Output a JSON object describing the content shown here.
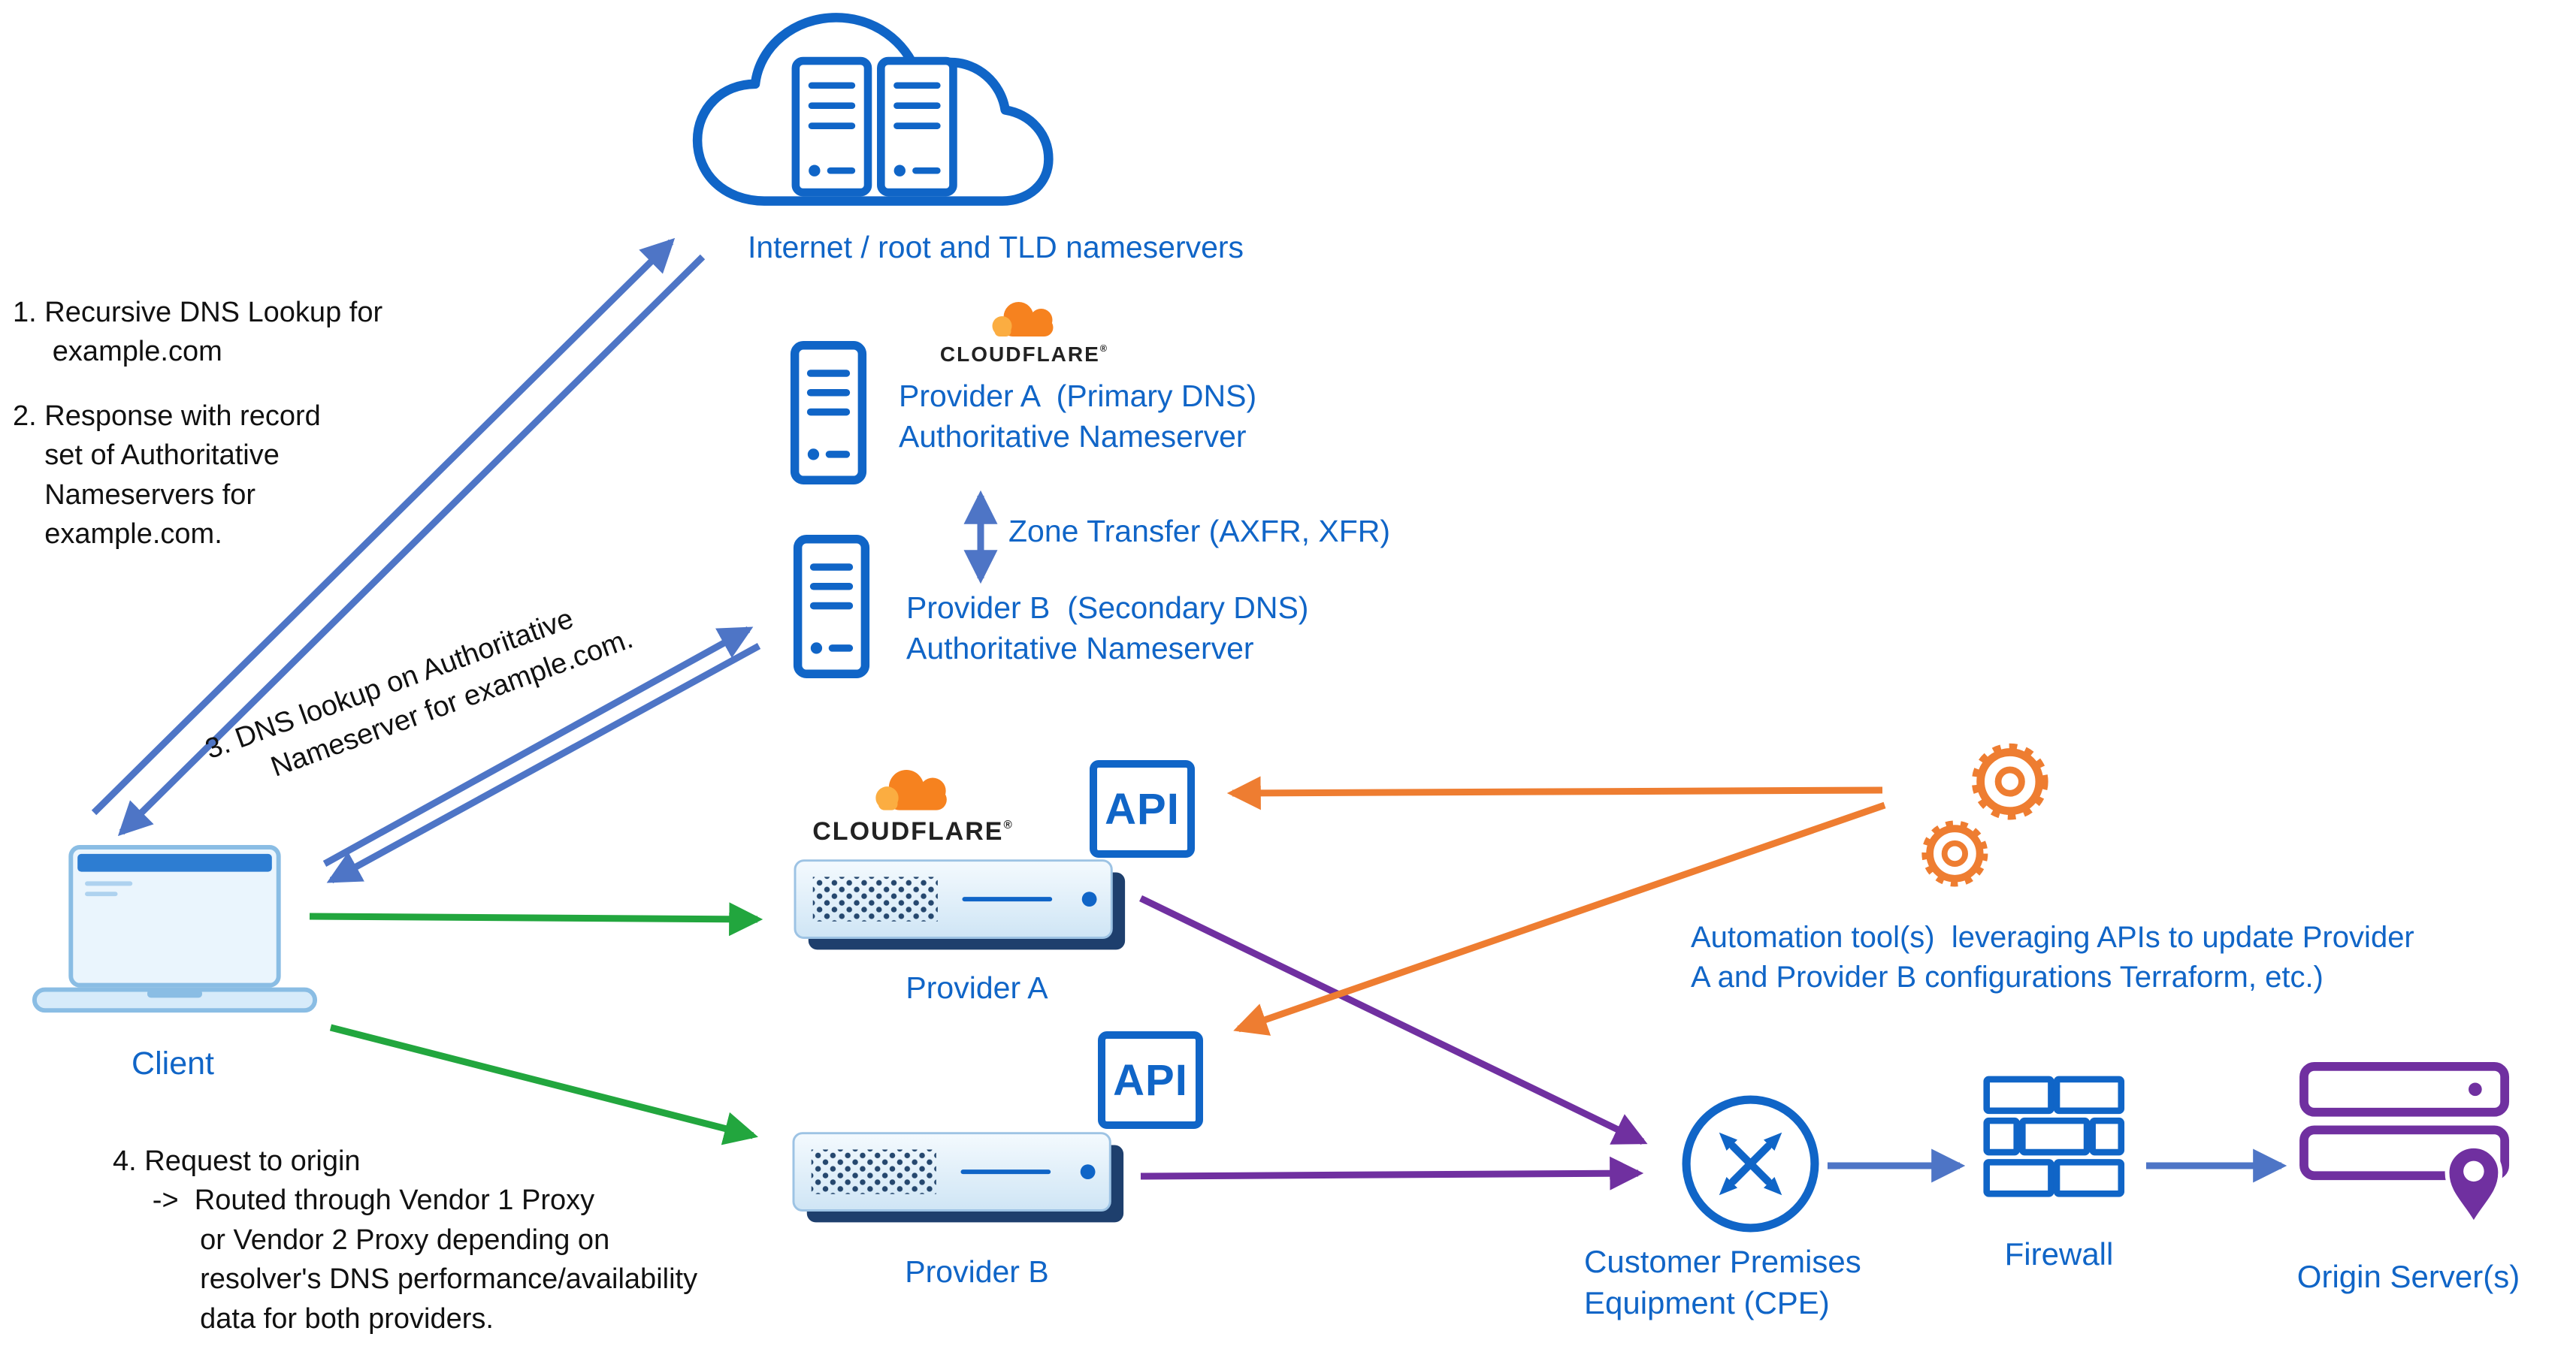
{
  "colors": {
    "blue": "#1065c7",
    "arrow_blue": "#4e75c6",
    "green": "#22a63e",
    "purple": "#7030a0",
    "orange": "#ee7d31",
    "cf_orange": "#f6821f",
    "cf_orange_light": "#fbad41",
    "navy": "#1e3f6d",
    "text_black": "#111111"
  },
  "nodes": {
    "internet_label": "Internet / root and TLD nameservers",
    "provider_a_ns": "Provider A  (Primary DNS)\nAuthoritative Nameserver",
    "zone_transfer": "Zone Transfer (AXFR, XFR)",
    "provider_b_ns": "Provider B  (Secondary DNS)\nAuthoritative Nameserver",
    "client": "Client",
    "provider_a": "Provider A",
    "provider_b": "Provider B",
    "api": "API",
    "cloudflare_wordmark": "CLOUDFLARE",
    "cloudflare_reg": "®",
    "automation": "Automation tool(s)  leveraging APIs to update Provider\nA and Provider B configurations Terraform, etc.)",
    "cpe": "Customer Premises\nEquipment (CPE)",
    "firewall": "Firewall",
    "origin": "Origin Server(s)"
  },
  "annotations": {
    "step1": "1. Recursive DNS Lookup for\n     example.com",
    "step2": "2. Response with record\n    set of Authoritative\n    Nameservers for\n    example.com.",
    "step3": "3. DNS lookup on Authoritative\n       Nameserver for example.com.",
    "step4": "4. Request to origin\n     ->  Routed through Vendor 1 Proxy\n           or Vendor 2 Proxy depending on\n           resolver's DNS performance/availability\n           data for both providers."
  },
  "icons": {
    "internet_cloud_icon": "cloud containing two server racks",
    "nameserver_icon": "server tower",
    "cloudflare_logo_icon": "orange cloud logo",
    "client_laptop_icon": "laptop",
    "proxy_appliance_icon": "network appliance with dot mesh",
    "api_box": "API chip",
    "automation_gears_icon": "two gears",
    "cpe_router_icon": "circle with crossing arrows",
    "firewall_icon": "brick wall",
    "origin_server_icon": "stacked servers with location pin"
  }
}
